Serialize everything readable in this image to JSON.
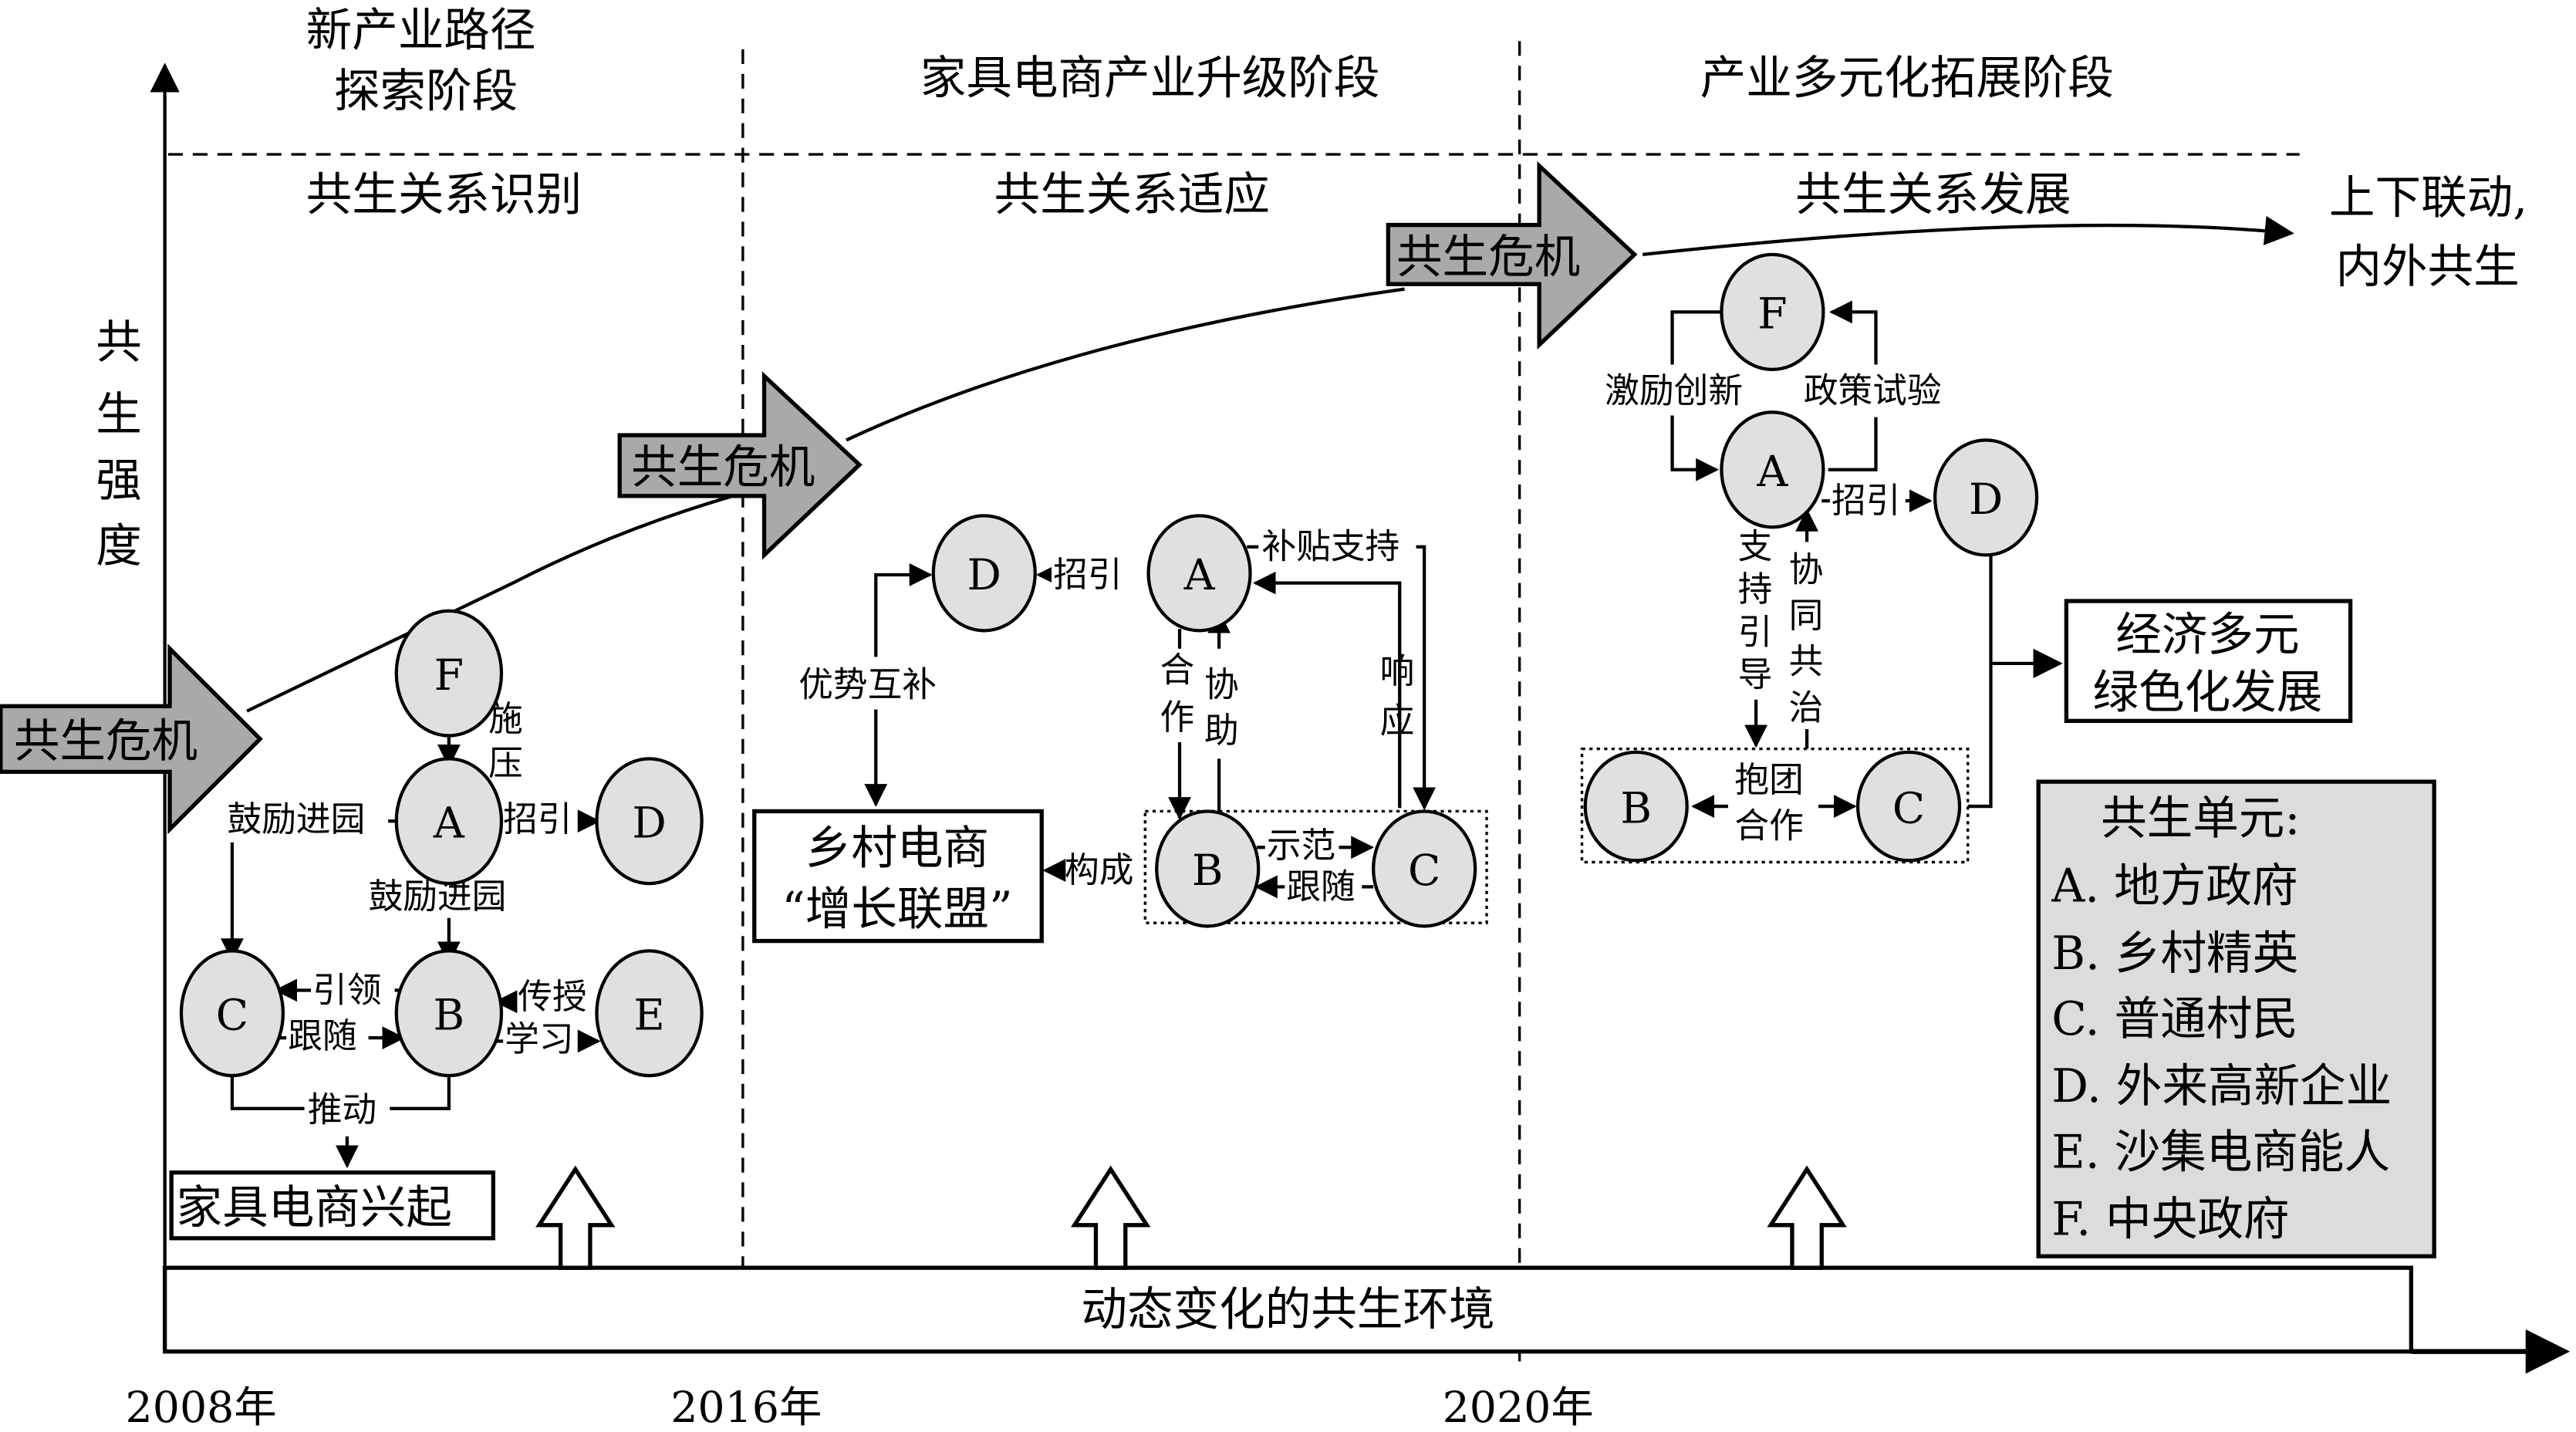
{
  "stages": {
    "stage1_title_line1": "新产业路径",
    "stage1_title_line2": "探索阶段",
    "stage2_title": "家具电商产业升级阶段",
    "stage3_title": "产业多元化拓展阶段",
    "stage1_relation": "共生关系识别",
    "stage2_relation": "共生关系适应",
    "stage3_relation": "共生关系发展"
  },
  "axes": {
    "y_label": [
      "共",
      "生",
      "强",
      "度"
    ],
    "x_ticks": [
      "2008年",
      "2016年",
      "2020年"
    ]
  },
  "crisis_label": "共生危机",
  "outcome_top": {
    "line1": "上下联动,",
    "line2": "内外共生"
  },
  "environment_label": "动态变化的共生环境",
  "stage1": {
    "nodes": [
      "F",
      "A",
      "D",
      "C",
      "B",
      "E"
    ],
    "edge_pressure": [
      "施",
      "压"
    ],
    "edge_encourage_left": "鼓励进园",
    "edge_encourage_down": "鼓励进园",
    "edge_attract": "招引",
    "edge_lead": "引领",
    "edge_follow": "跟随",
    "edge_teach": "传授",
    "edge_learn": "学习",
    "edge_drive": "推动",
    "outcome": "家具电商兴起"
  },
  "stage2": {
    "nodes": [
      "D",
      "A",
      "B",
      "C"
    ],
    "edge_attract": "招引",
    "edge_subsidy": "补贴支持",
    "edge_complement": "优势互补",
    "edge_cooperate": [
      "合",
      "作"
    ],
    "edge_assist": [
      "协",
      "助"
    ],
    "edge_respond": [
      "响",
      "应"
    ],
    "edge_demo": "示范",
    "edge_follow": "跟随",
    "edge_form": "构成",
    "outcome_line1": "乡村电商",
    "outcome_line2": "“增长联盟”"
  },
  "stage3": {
    "nodes": [
      "F",
      "A",
      "D",
      "B",
      "C"
    ],
    "edge_incentive": "激励创新",
    "edge_policy": "政策试验",
    "edge_attract": "招引",
    "edge_support": [
      "支",
      "持",
      "引",
      "导"
    ],
    "edge_cogovern": [
      "协",
      "同",
      "共",
      "治"
    ],
    "edge_team_line1": "抱团",
    "edge_team_line2": "合作",
    "outcome_line1": "经济多元",
    "outcome_line2": "绿色化发展"
  },
  "legend": {
    "title": "共生单元:",
    "items": [
      "A. 地方政府",
      "B. 乡村精英",
      "C. 普通村民",
      "D. 外来高新企业",
      "E. 沙集电商能人",
      "F. 中央政府"
    ]
  }
}
